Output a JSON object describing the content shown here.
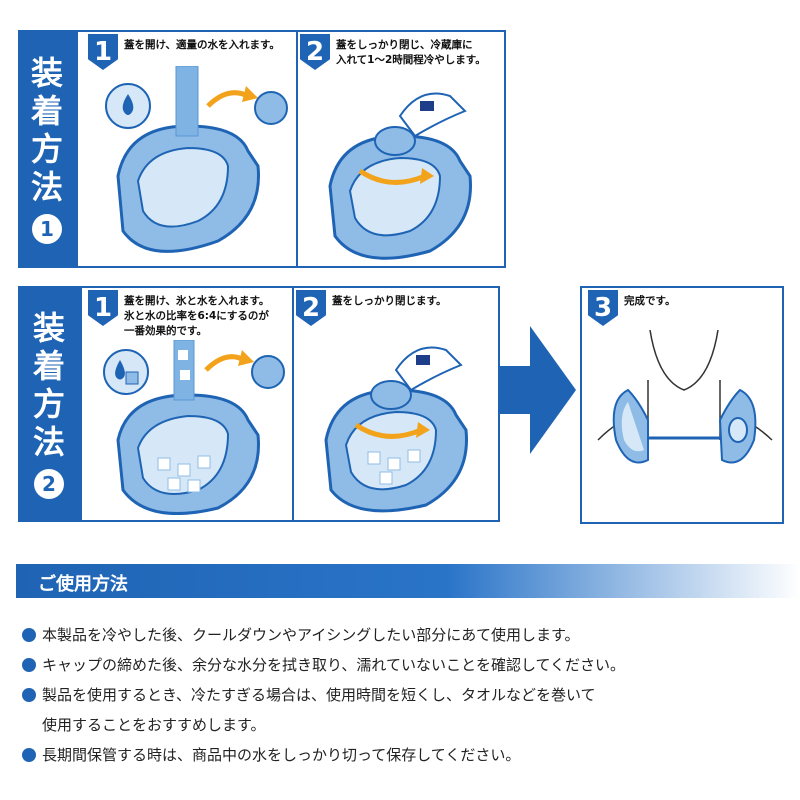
{
  "method1": {
    "label_chars": [
      "装",
      "着",
      "方",
      "法"
    ],
    "label_number": "1",
    "steps": [
      {
        "number": "1",
        "text_lines": [
          "蓋を開け、適量の水を入れます。"
        ]
      },
      {
        "number": "2",
        "text_lines": [
          "蓋をしっかり閉じ、冷蔵庫に",
          "入れて1〜2時間程冷やします。"
        ]
      }
    ]
  },
  "method2": {
    "label_chars": [
      "装",
      "着",
      "方",
      "法"
    ],
    "label_number": "2",
    "steps": [
      {
        "number": "1",
        "text_lines": [
          "蓋を開け、氷と水を入れます。",
          "氷と水の比率を6:4にするのが",
          "一番効果的です。"
        ]
      },
      {
        "number": "2",
        "text_lines": [
          "蓋をしっかり閉じます。"
        ]
      }
    ]
  },
  "complete_step": {
    "number": "3",
    "text": "完成です。"
  },
  "usage": {
    "title": "ご使用方法",
    "bullets": [
      {
        "lines": [
          "本製品を冷やした後、クールダウンやアイシングしたい部分にあて使用します。"
        ]
      },
      {
        "lines": [
          "キャップの締めた後、余分な水分を拭き取り、濡れていないことを確認してください。"
        ]
      },
      {
        "lines": [
          "製品を使用するとき、冷たすぎる場合は、使用時間を短くし、タオルなどを巻いて",
          "使用することをおすすめします。"
        ]
      },
      {
        "lines": [
          "長期間保管する時は、商品中の水をしっかり切って保存してください。"
        ]
      }
    ]
  },
  "colors": {
    "brand_blue": "#1f64b4",
    "light_blue": "#8fbce6",
    "pale_blue": "#d6e8f7",
    "accent_orange": "#f2a31b"
  }
}
